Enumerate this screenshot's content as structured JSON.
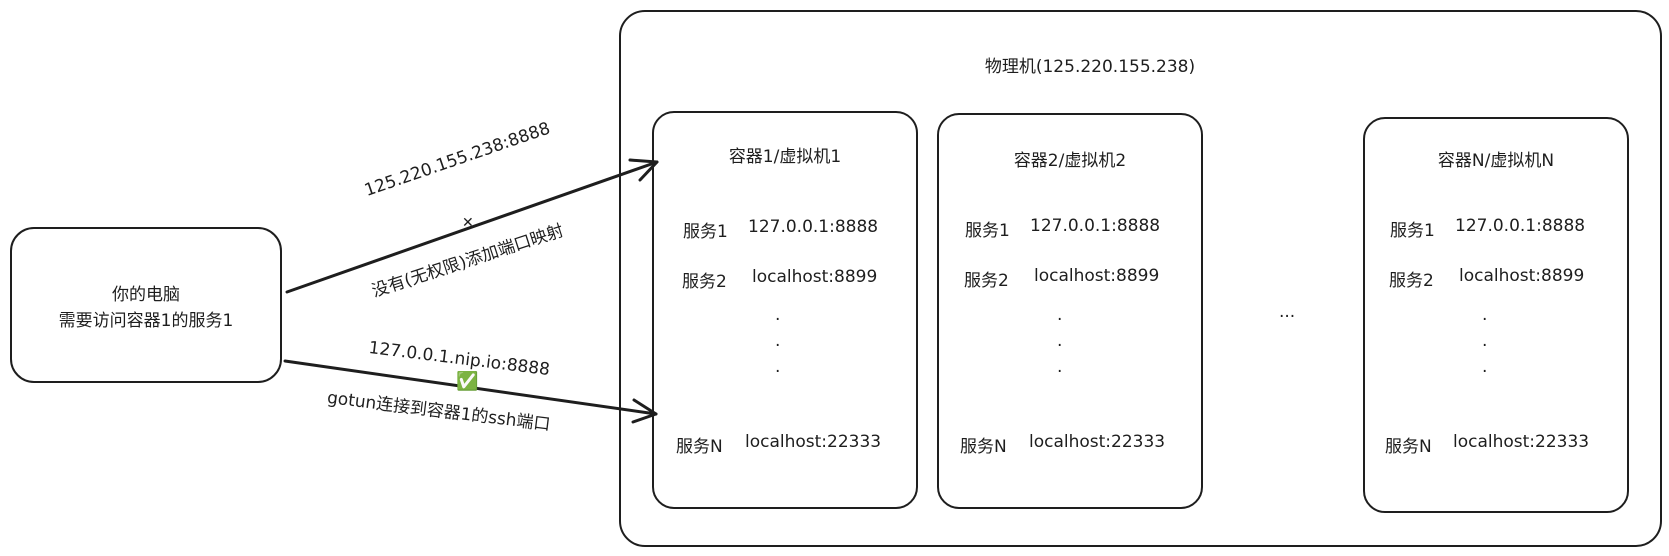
{
  "physical": {
    "title": "物理机(125.220.155.238)"
  },
  "computer": {
    "line1": "你的电脑",
    "line2": "需要访问容器1的服务1"
  },
  "top_arrow": {
    "label": "125.220.155.238:8888",
    "cross": "✕",
    "note": "没有(无权限)添加端口映射"
  },
  "bottom_arrow": {
    "label": "127.0.0.1.nip.io:8888",
    "check": "✅",
    "note": "gotun连接到容器1的ssh端口"
  },
  "gap_ellipsis": "...",
  "dot": "·",
  "containers": [
    {
      "title": "容器1/虚拟机1",
      "rows": [
        {
          "name": "服务1",
          "addr": "127.0.0.1:8888"
        },
        {
          "name": "服务2",
          "addr": "localhost:8899"
        },
        {
          "name": "服务N",
          "addr": "localhost:22333"
        }
      ]
    },
    {
      "title": "容器2/虚拟机2",
      "rows": [
        {
          "name": "服务1",
          "addr": "127.0.0.1:8888"
        },
        {
          "name": "服务2",
          "addr": "localhost:8899"
        },
        {
          "name": "服务N",
          "addr": "localhost:22333"
        }
      ]
    },
    {
      "title": "容器N/虚拟机N",
      "rows": [
        {
          "name": "服务1",
          "addr": "127.0.0.1:8888"
        },
        {
          "name": "服务2",
          "addr": "localhost:8899"
        },
        {
          "name": "服务N",
          "addr": "localhost:22333"
        }
      ]
    }
  ]
}
